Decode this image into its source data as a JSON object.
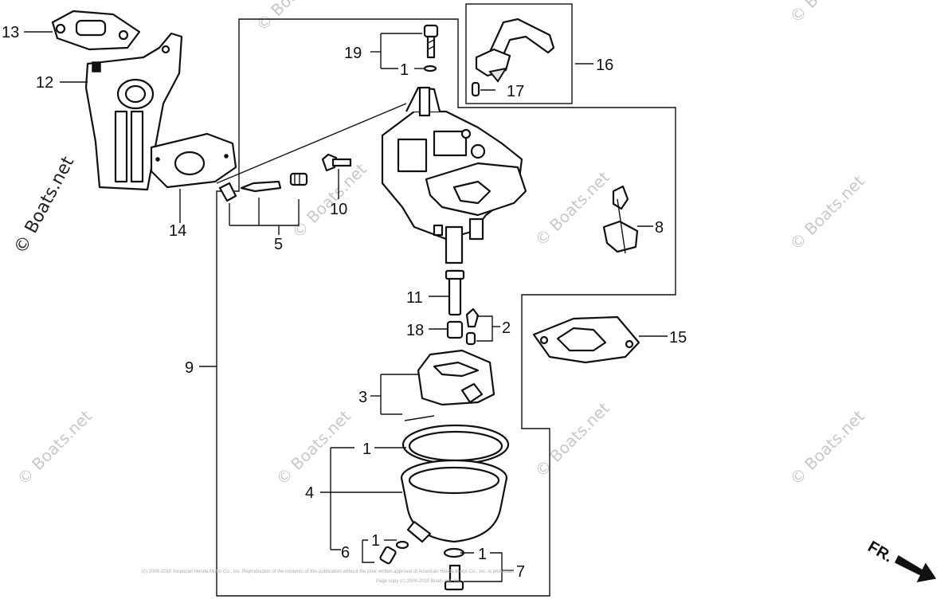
{
  "colors": {
    "line": "#111111",
    "watermark": "#c8c8c8",
    "background": "#ffffff"
  },
  "callouts": {
    "c1a": "1",
    "c1b": "1",
    "c1c": "1",
    "c1d": "1",
    "c2": "2",
    "c3": "3",
    "c4": "4",
    "c5": "5",
    "c6": "6",
    "c7": "7",
    "c8": "8",
    "c9": "9",
    "c10": "10",
    "c11": "11",
    "c12": "12",
    "c13": "13",
    "c14": "14",
    "c15": "15",
    "c16": "16",
    "c17": "17",
    "c18": "18",
    "c19": "19"
  },
  "watermark": {
    "text": "© Boats.net",
    "main_text": "© Boats.net"
  },
  "direction_marker": {
    "label": "FR."
  },
  "copyright": {
    "line1": "(c) 2000-2010 American Honda Motor Co., Inc. Reproduction of the contents of this publication without the prior written approval of American Honda Motor Co., Inc. is prohibited",
    "line2": "Page copy (c) 2000-2010 Boats.net, Inc."
  }
}
